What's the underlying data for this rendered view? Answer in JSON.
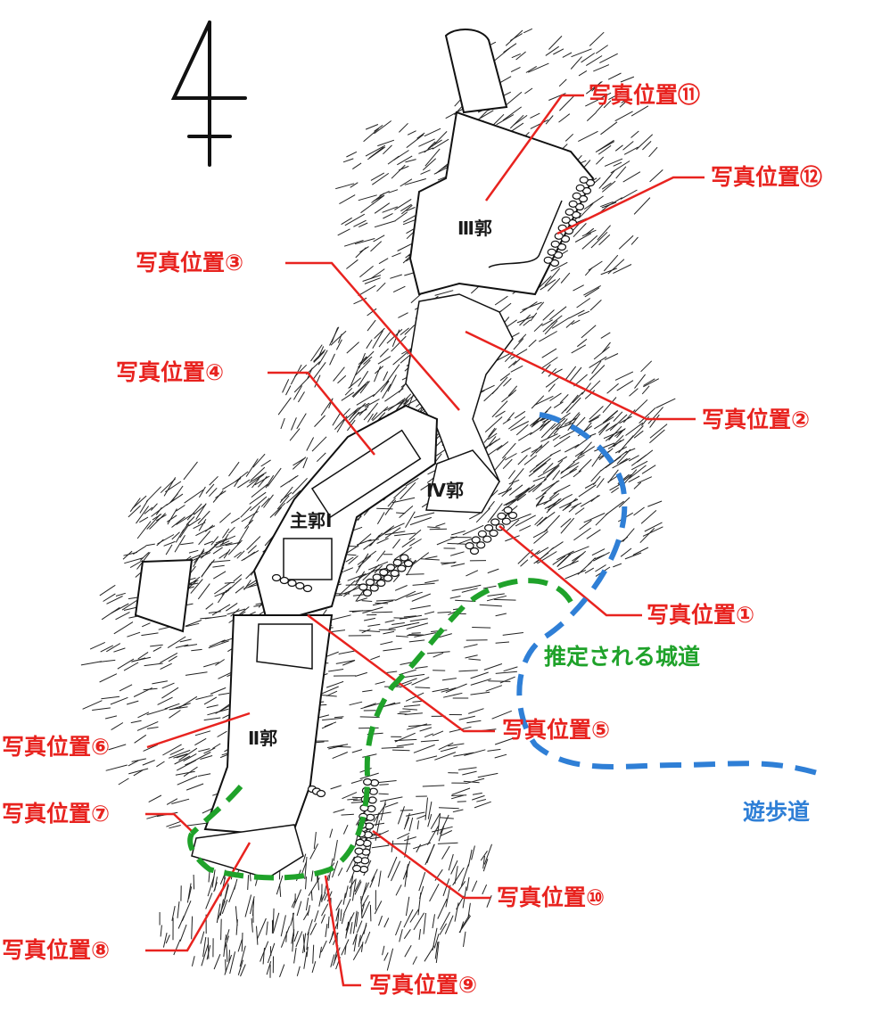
{
  "map": {
    "enclosures": {
      "main": "主郭Ⅰ",
      "second": "Ⅱ郭",
      "third": "Ⅲ郭",
      "fourth": "Ⅳ郭"
    },
    "photo_positions": [
      "写真位置①",
      "写真位置②",
      "写真位置③",
      "写真位置④",
      "写真位置⑤",
      "写真位置⑥",
      "写真位置⑦",
      "写真位置⑧",
      "写真位置⑨",
      "写真位置⑩",
      "写真位置⑪",
      "写真位置⑫"
    ],
    "legend": {
      "castle_path": "推定される城道",
      "walking_path": "遊歩道"
    },
    "colors": {
      "label_red": "#e8231f",
      "castle_path_green": "#1fa22a",
      "walking_path_blue": "#2f7fd6",
      "ink": "#1a1a1a"
    },
    "north_arrow_icon": "north-arrow-icon"
  }
}
